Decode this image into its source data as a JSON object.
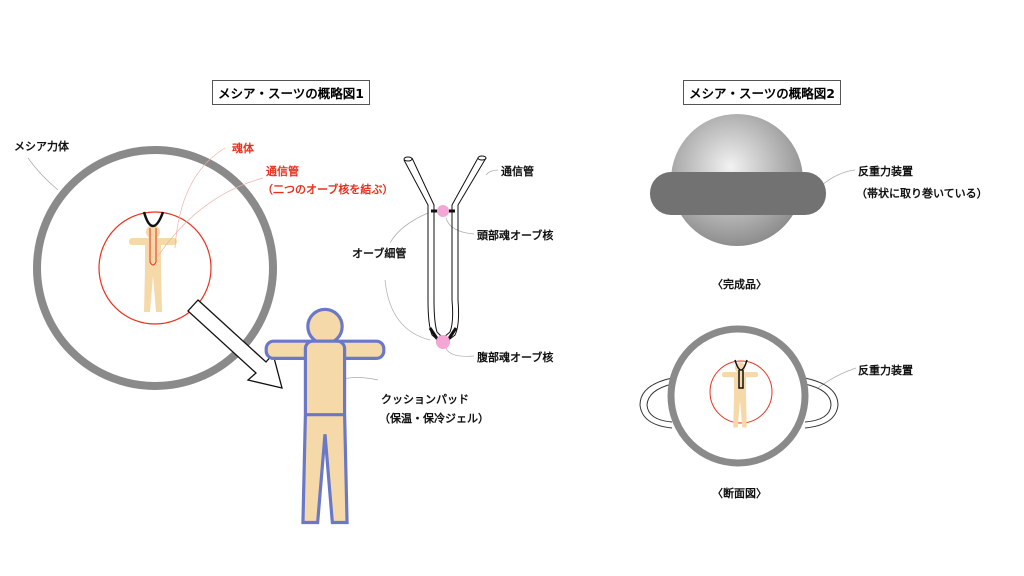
{
  "diagram1": {
    "title": "メシア・スーツの概略図1",
    "labels": {
      "body": "メシア力体",
      "soul_body": "魂体",
      "comm_tube": "通信管",
      "comm_tube_note": "（二つのオーブ核を結ぶ）",
      "comm_tube_right": "通信管",
      "head_core": "頭部魂オーブ核",
      "orb_tube": "オーブ細管",
      "belly_core": "腹部魂オーブ核",
      "cushion": "クッションパッド",
      "cushion_note": "（保温・保冷ジェル）"
    }
  },
  "diagram2": {
    "title": "メシア・スーツの概略図2",
    "labels": {
      "antigrav": "反重力装置",
      "antigrav_note": "（帯状に取り巻いている）",
      "complete": "〈完成品〉",
      "antigrav2": "反重力装置",
      "section": "〈断面図〉"
    }
  },
  "colors": {
    "gray": "#8a8a8a",
    "red": "#e8321e",
    "skin": "#f6d9a8",
    "pink": "#f4a6d4",
    "blue": "#6a78c8"
  }
}
